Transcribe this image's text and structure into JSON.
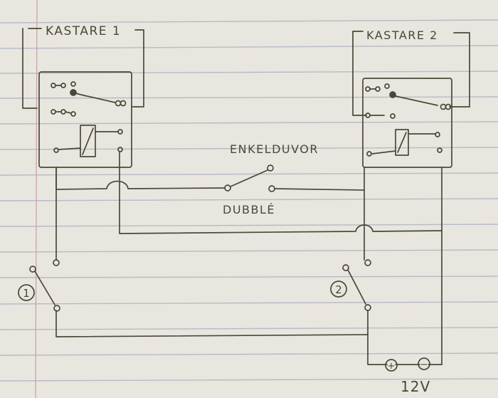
{
  "labels": {
    "relay1": "KASTARE 1",
    "relay2": "KASTARE 2",
    "single_horn": "ENKELDUVOR",
    "double_horn": "DUBBLÉ",
    "switch1": "1",
    "switch2": "2",
    "plus": "+",
    "minus": "−",
    "supply": "12V"
  },
  "colors": {
    "paper": "#e9e6df",
    "ruled_line": "#aeb4bf",
    "margin_line": "#c8a4a8",
    "ink": "#4a4838"
  }
}
